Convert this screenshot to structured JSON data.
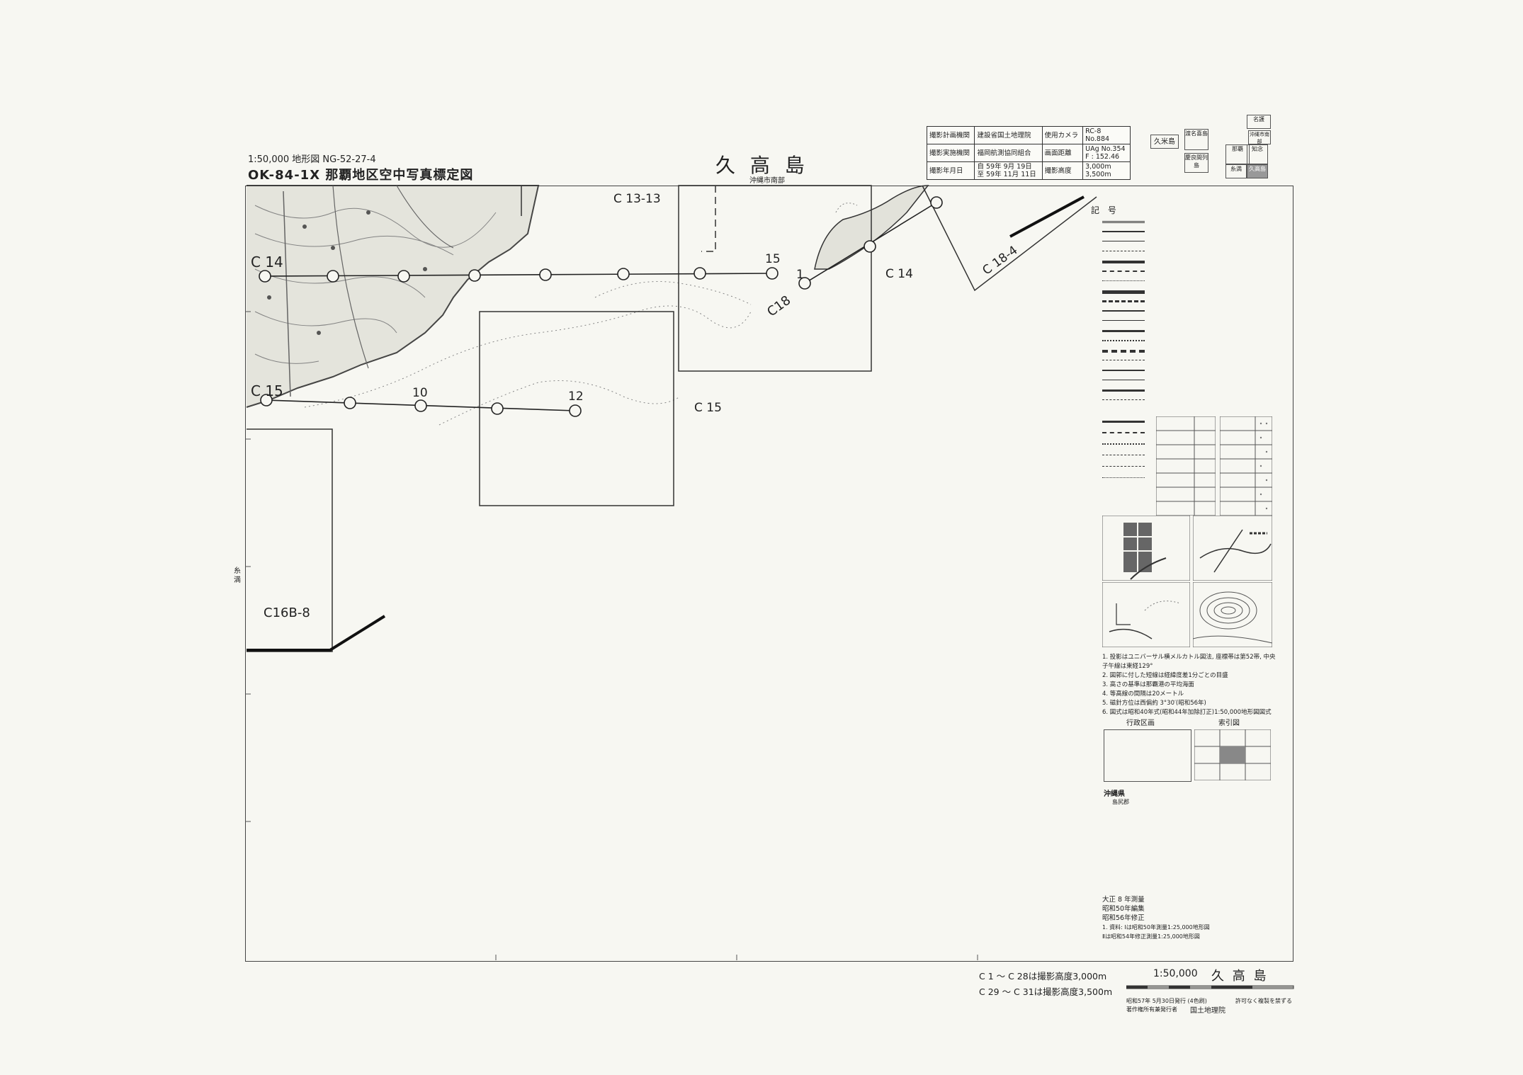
{
  "header": {
    "scale_code": "1:50,000 地形図  NG-52-27-4",
    "sheet_code": "OK-84-1X 那覇地区空中写真標定図",
    "sheet_name": "久 高 島",
    "sheet_sub": "沖縄市南部"
  },
  "info_table": {
    "r1_label": "撮影計画機関",
    "r1_value": "建設省国土地理院",
    "r1_label2": "使用カメラ",
    "r1_value2": "RC-8",
    "r1_value2b": "No.884",
    "r2_label": "撮影実施機関",
    "r2_value": "福岡航測協同組合",
    "r2_label2": "画面距離",
    "r2_value2": "UAg No.354",
    "r2_value2b": "F : 152.46",
    "r3_label": "撮影年月日",
    "r3_value": "自 59年 9月 19日",
    "r3_value_b": "至 59年 11月 11日",
    "r3_label2": "撮影高度",
    "r3_value2": "3,000m",
    "r3_value2b": "3,500m"
  },
  "index_map": [
    "久米島",
    "渡名喜島",
    "那覇",
    "慶良間列島",
    "糸満",
    "知念",
    "久高島",
    "沖縄市南部",
    "名護"
  ],
  "map_labels": {
    "c13_13": "C 13-13",
    "c14_left": "C 14",
    "c14_right": "C 14",
    "c15_left": "C 15",
    "c15_center": "C 15",
    "c16b_8": "C16B-8",
    "c18": "C18",
    "c18_4": "C 18-4",
    "num_15": "15",
    "num_1": "1",
    "num_10": "10",
    "num_12": "12",
    "itoman": "糸満"
  },
  "legend": {
    "title": "記 号",
    "admin_title": "行政区画",
    "index_title": "索引図",
    "prefecture": "沖縄県",
    "city": "島尻郡",
    "notes": [
      "1. 投影はユニバーサル横メルカトル図法, 座標帯は第52帯, 中央",
      "   子午線は東経129°",
      "2. 図郭に付した短線は経緯度差1分ごとの目盛",
      "3. 高さの基準は那覇港の平均海面",
      "4. 等高線の間隔は20メートル",
      "5. 磁針方位は西偏約 3°30′(昭和56年)",
      "6. 図式は昭和40年式(昭和44年加除訂正)1:50,000地形図図式"
    ],
    "survey": [
      "大正 8 年測量",
      "昭和50年編集",
      "昭和56年修正"
    ],
    "source": [
      "1. 資料: Ⅰは昭和50年測量1:25,000地形図",
      "   Ⅱは昭和54年修正測量1:25,000地形図"
    ]
  },
  "footer": {
    "altitude_1": "C 1 ～ C 28は撮影高度3,000m",
    "altitude_2": "C 29 ～ C 31は撮影高度3,500m",
    "scale": "1:50,000",
    "name": "久 高 島",
    "publish": "昭和57年 5月30日発行 (4色刷)",
    "publisher_line": "著作権所有兼発行者",
    "publisher": "国土地理院",
    "notice": "許可なく複製を禁ずる"
  },
  "colors": {
    "paper": "#f7f7f2",
    "ink": "#222222"
  }
}
